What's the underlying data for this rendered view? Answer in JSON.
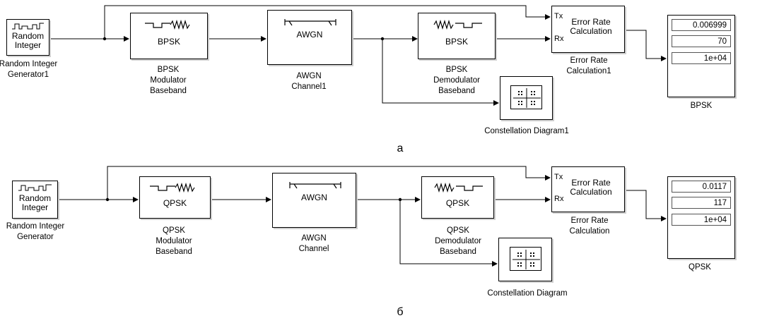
{
  "diagrams": [
    {
      "panel_label": "а",
      "source": {
        "inner_lines": [
          "Random",
          "Integer"
        ],
        "caption": [
          "Random Integer",
          "Generator1"
        ]
      },
      "modulator": {
        "inner": "BPSK",
        "caption": [
          "BPSK",
          "Modulator",
          "Baseband"
        ]
      },
      "channel": {
        "inner": "AWGN",
        "caption": [
          "AWGN",
          "Channel1"
        ]
      },
      "demodulator": {
        "inner": "BPSK",
        "caption": [
          "BPSK",
          "Demodulator",
          "Baseband"
        ]
      },
      "error_rate": {
        "port_tx": "Tx",
        "port_rx": "Rx",
        "inner_lines": [
          "Error Rate",
          "Calculation"
        ],
        "caption": [
          "Error Rate",
          "Calculation1"
        ]
      },
      "constellation": {
        "caption": "Constellation Diagram1"
      },
      "display": {
        "values": [
          "0.006999",
          "70",
          "1e+04"
        ],
        "caption": "BPSK"
      }
    },
    {
      "panel_label": "б",
      "source": {
        "inner_lines": [
          "Random",
          "Integer"
        ],
        "caption": [
          "Random Integer",
          "Generator"
        ]
      },
      "modulator": {
        "inner": "QPSK",
        "caption": [
          "QPSK",
          "Modulator",
          "Baseband"
        ]
      },
      "channel": {
        "inner": "AWGN",
        "caption": [
          "AWGN",
          "Channel"
        ]
      },
      "demodulator": {
        "inner": "QPSK",
        "caption": [
          "QPSK",
          "Demodulator",
          "Baseband"
        ]
      },
      "error_rate": {
        "port_tx": "Tx",
        "port_rx": "Rx",
        "inner_lines": [
          "Error Rate",
          "Calculation"
        ],
        "caption": [
          "Error Rate",
          "Calculation"
        ]
      },
      "constellation": {
        "caption": "Constellation Diagram"
      },
      "display": {
        "values": [
          "0.0117",
          "117",
          "1e+04"
        ],
        "caption": "QPSK"
      }
    }
  ]
}
